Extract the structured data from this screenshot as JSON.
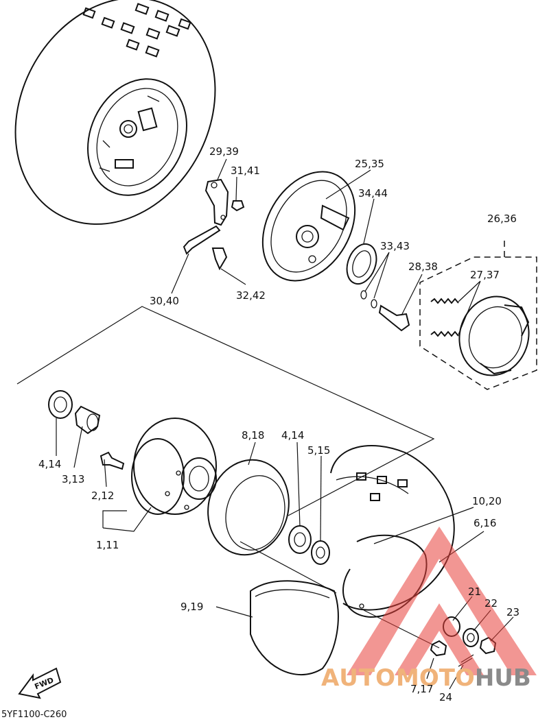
{
  "diagram": {
    "drawing_code": "5YF1100-C260",
    "fwd_label": "FWD",
    "watermark": {
      "part1": "AUTO",
      "part2": "MOTO",
      "part3": "HUB"
    },
    "callouts": [
      {
        "id": "c-29-39",
        "text": "29,39"
      },
      {
        "id": "c-31-41",
        "text": "31,41"
      },
      {
        "id": "c-25-35",
        "text": "25,35"
      },
      {
        "id": "c-34-44",
        "text": "34,44"
      },
      {
        "id": "c-26-36",
        "text": "26,36"
      },
      {
        "id": "c-33-43",
        "text": "33,43"
      },
      {
        "id": "c-28-38",
        "text": "28,38"
      },
      {
        "id": "c-27-37",
        "text": "27,37"
      },
      {
        "id": "c-30-40",
        "text": "30,40"
      },
      {
        "id": "c-32-42",
        "text": "32,42"
      },
      {
        "id": "c-8-18",
        "text": "8,18"
      },
      {
        "id": "c-4-14-a",
        "text": "4,14"
      },
      {
        "id": "c-5-15",
        "text": "5,15"
      },
      {
        "id": "c-4-14-b",
        "text": "4,14"
      },
      {
        "id": "c-3-13",
        "text": "3,13"
      },
      {
        "id": "c-2-12",
        "text": "2,12"
      },
      {
        "id": "c-1-11",
        "text": "1,11"
      },
      {
        "id": "c-10-20",
        "text": "10,20"
      },
      {
        "id": "c-6-16",
        "text": "6,16"
      },
      {
        "id": "c-9-19",
        "text": "9,19"
      },
      {
        "id": "c-21",
        "text": "21"
      },
      {
        "id": "c-22",
        "text": "22"
      },
      {
        "id": "c-23",
        "text": "23"
      },
      {
        "id": "c-7-17",
        "text": "7,17"
      },
      {
        "id": "c-24",
        "text": "24"
      }
    ]
  }
}
